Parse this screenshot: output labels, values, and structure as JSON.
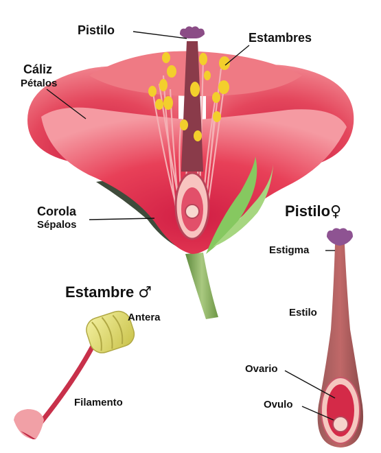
{
  "labels": {
    "pistilo": "Pistilo",
    "estambres": "Estambres",
    "caliz": "Cáliz",
    "petalos": "Pétalos",
    "corola": "Corola",
    "sepalos": "Sépalos",
    "estambre_title": "Estambre",
    "antera": "Antera",
    "filamento": "Filamento",
    "pistilo_title": "Pistilo",
    "estigma": "Estigma",
    "estilo": "Estilo",
    "ovario": "Ovario",
    "ovulo": "Ovulo"
  },
  "symbols": {
    "male": "♂",
    "female": "♀"
  },
  "colors": {
    "petal_light": "#f06a78",
    "petal_dark": "#d8264a",
    "stigma": "#8a4a7a",
    "anther": "#f4d22e",
    "stem": "#7fa65a",
    "sepal": "#3d4a3a",
    "leaf": "#7fc25a"
  }
}
